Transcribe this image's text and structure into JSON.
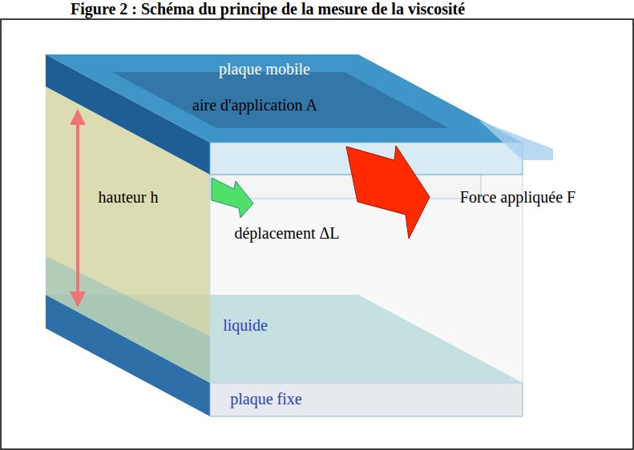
{
  "diagram": {
    "title": "Figure 2 : Schéma du principe de la mesure de la viscosité",
    "labels": [
      "plaque mobile",
      "aire d'application A",
      "hauteur h",
      "Force appliquée F",
      "déplacement ΔL",
      "liquide",
      "plaque fixe"
    ]
  }
}
